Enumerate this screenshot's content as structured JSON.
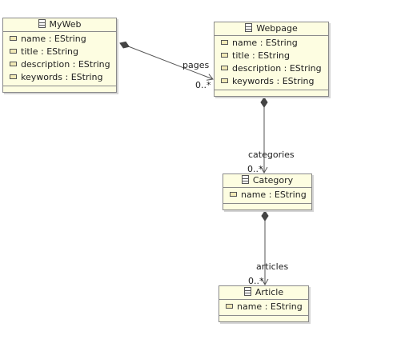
{
  "classes": [
    {
      "name": "MyWeb",
      "attributes": [
        "name : EString",
        "title : EString",
        "description : EString",
        "keywords : EString"
      ]
    },
    {
      "name": "Webpage",
      "attributes": [
        "name : EString",
        "title : EString",
        "description : EString",
        "keywords : EString"
      ]
    },
    {
      "name": "Category",
      "attributes": [
        "name : EString"
      ]
    },
    {
      "name": "Article",
      "attributes": [
        "name : EString"
      ]
    }
  ],
  "references": [
    {
      "from": "MyWeb",
      "to": "Webpage",
      "name": "pages",
      "multiplicity": "0..*"
    },
    {
      "from": "Webpage",
      "to": "Category",
      "name": "categories",
      "multiplicity": "0..*"
    },
    {
      "from": "Category",
      "to": "Article",
      "name": "articles",
      "multiplicity": "0..*"
    }
  ]
}
